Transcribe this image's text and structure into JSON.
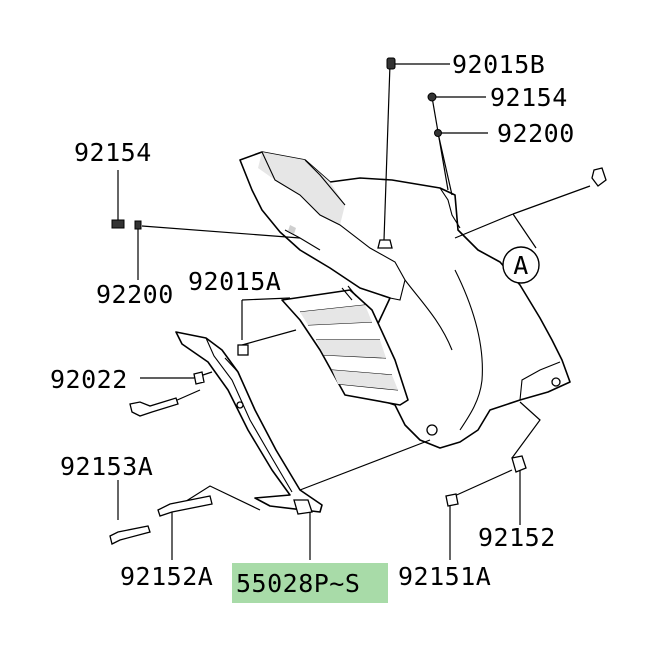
{
  "highlight_color": "#a8dba8",
  "parts": {
    "p92015B": "92015B",
    "p92154_top": "92154",
    "p92200_top": "92200",
    "p92154_left": "92154",
    "p92200_left": "92200",
    "p92015A": "92015A",
    "p92022": "92022",
    "p92153A": "92153A",
    "p92152A": "92152A",
    "p55028": "55028P~S",
    "p92151A": "92151A",
    "p92152": "92152",
    "ref_A": "A"
  }
}
